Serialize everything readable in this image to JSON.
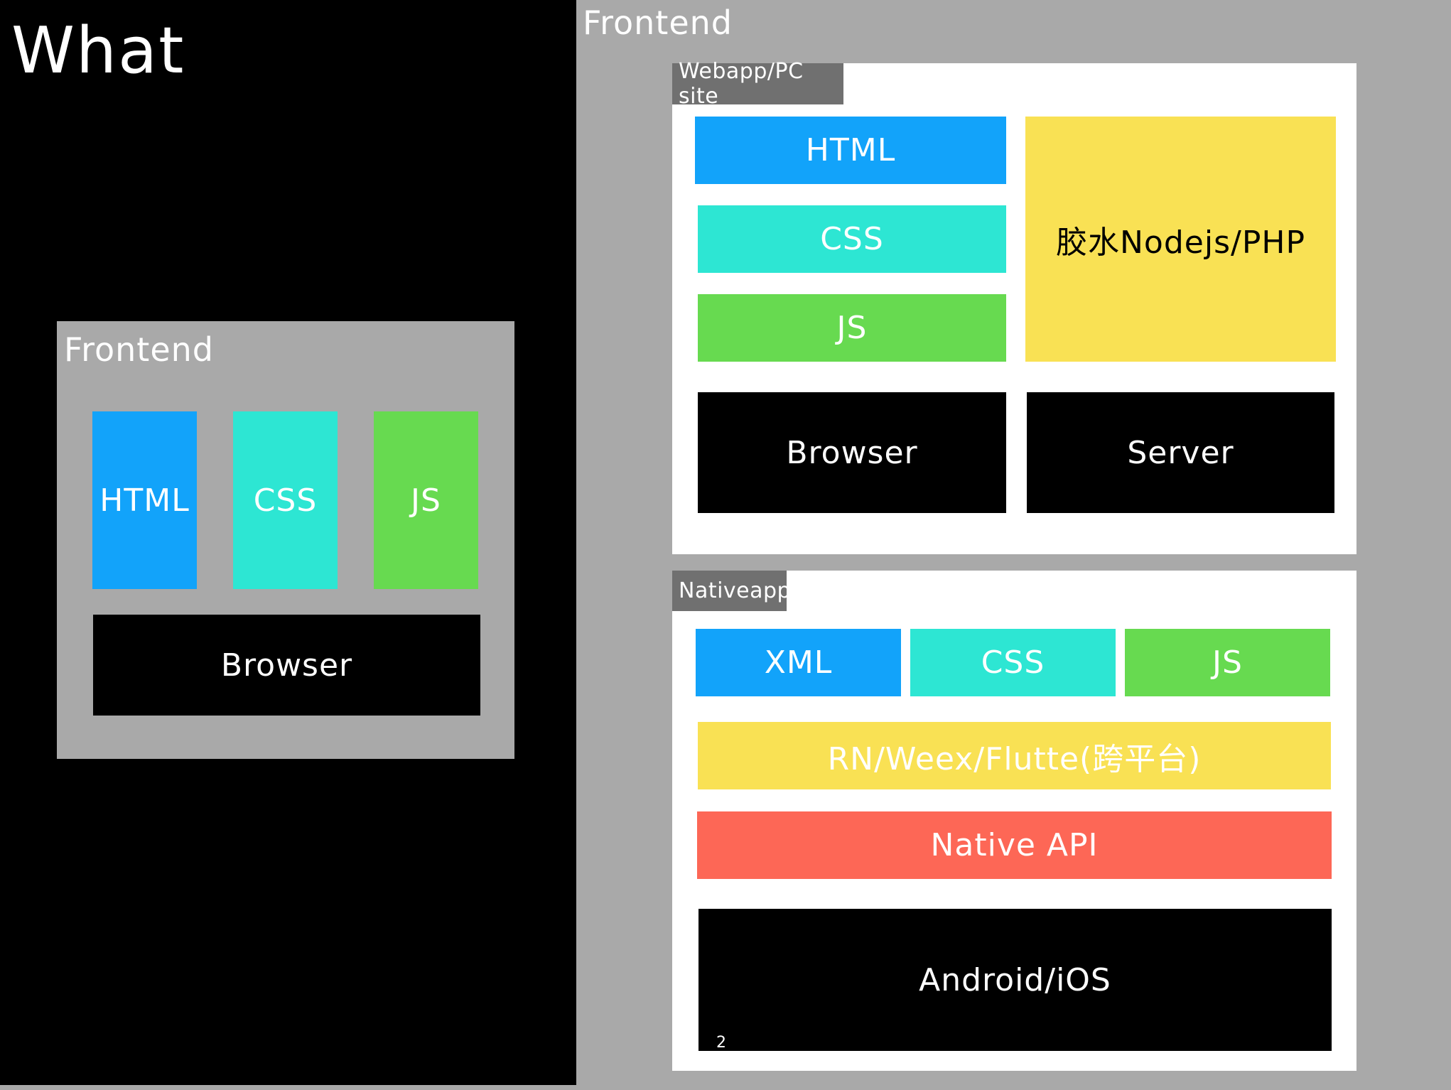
{
  "left_panel": {
    "title": "What",
    "frontend_box": {
      "label": "Frontend",
      "blocks": [
        "HTML",
        "CSS",
        "JS"
      ],
      "base": "Browser"
    }
  },
  "right_panel": {
    "title": "Frontend",
    "webapp": {
      "tag": "Webapp/PC site",
      "blocks": [
        "HTML",
        "CSS",
        "JS"
      ],
      "glue": "胶水Nodejs/PHP",
      "browser": "Browser",
      "server": "Server"
    },
    "nativeapp": {
      "tag": "Nativeapp",
      "blocks": [
        "XML",
        "CSS",
        "JS"
      ],
      "cross_platform": "RN/Weex/Flutte(跨平台)",
      "native_api": "Native API",
      "os": "Android/iOS",
      "page_number": "2"
    }
  },
  "colors": {
    "html_blue": "#12a3fa",
    "css_cyan": "#2de6d3",
    "js_green": "#67da50",
    "glue_yellow": "#f9e154",
    "native_red": "#fd6756",
    "black": "#000000",
    "gray": "#a9a9a9",
    "tag_gray": "#707070"
  }
}
